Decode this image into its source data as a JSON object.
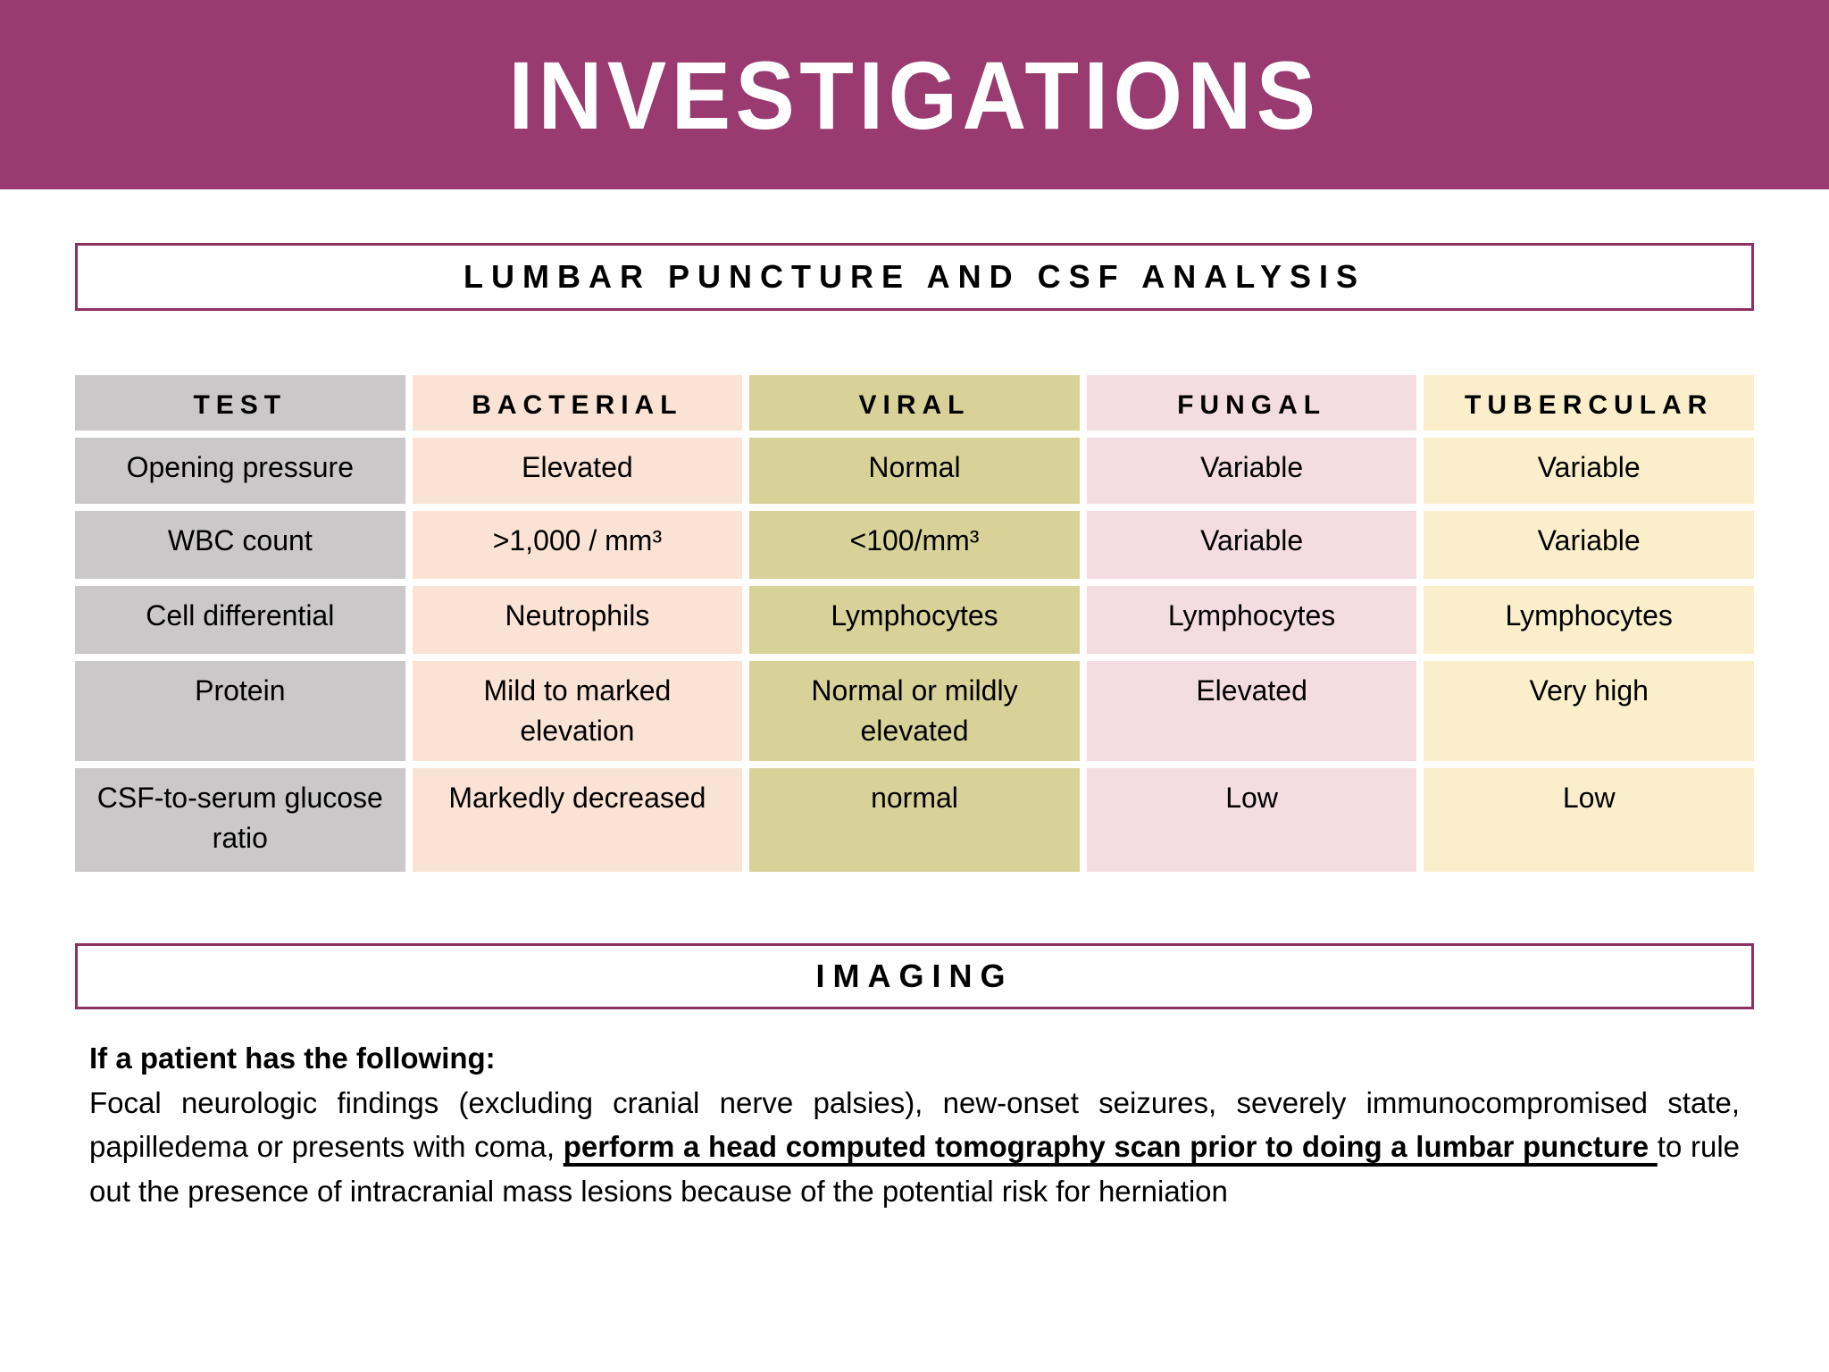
{
  "banner": {
    "title": "INVESTIGATIONS"
  },
  "sections": {
    "csf_title": "LUMBAR PUNCTURE AND CSF ANALYSIS",
    "imaging_title": "IMAGING"
  },
  "table": {
    "headers": [
      "TEST",
      "BACTERIAL",
      "VIRAL",
      "FUNGAL",
      "TUBERCULAR"
    ],
    "rows": [
      [
        "Opening pressure",
        "Elevated",
        "Normal",
        "Variable",
        "Variable"
      ],
      [
        "WBC count",
        ">1,000 / mm³",
        "<100/mm³",
        "Variable",
        "Variable"
      ],
      [
        "Cell differential",
        "Neutrophils",
        "Lymphocytes",
        "Lymphocytes",
        "Lymphocytes"
      ],
      [
        "Protein",
        "Mild to marked elevation",
        "Normal or mildly elevated",
        "Elevated",
        "Very high"
      ],
      [
        "CSF-to-serum glucose ratio",
        "Markedly decreased",
        "normal",
        "Low",
        "Low"
      ]
    ]
  },
  "imaging_note": {
    "intro": "If a patient has the following:",
    "body_before": "Focal neurologic findings (excluding cranial nerve palsies), new-onset seizures, severely immunocompromised state, papilledema or presents with coma, ",
    "emphasis": "perform a head computed tomography scan prior to doing a lumbar puncture ",
    "body_after": "to rule out the presence of intracranial mass lesions because of the potential risk for herniation"
  },
  "colors": {
    "banner_bg": "#993A70",
    "box_border": "#8C3162",
    "col_test": "#CAC8C9",
    "col_bacterial": "#FAE3D4",
    "col_viral": "#D8D299",
    "col_fungal": "#F4DCE3",
    "col_tubercular": "#FAEECB",
    "text": "#000000",
    "page_bg": "#FFFFFF"
  }
}
